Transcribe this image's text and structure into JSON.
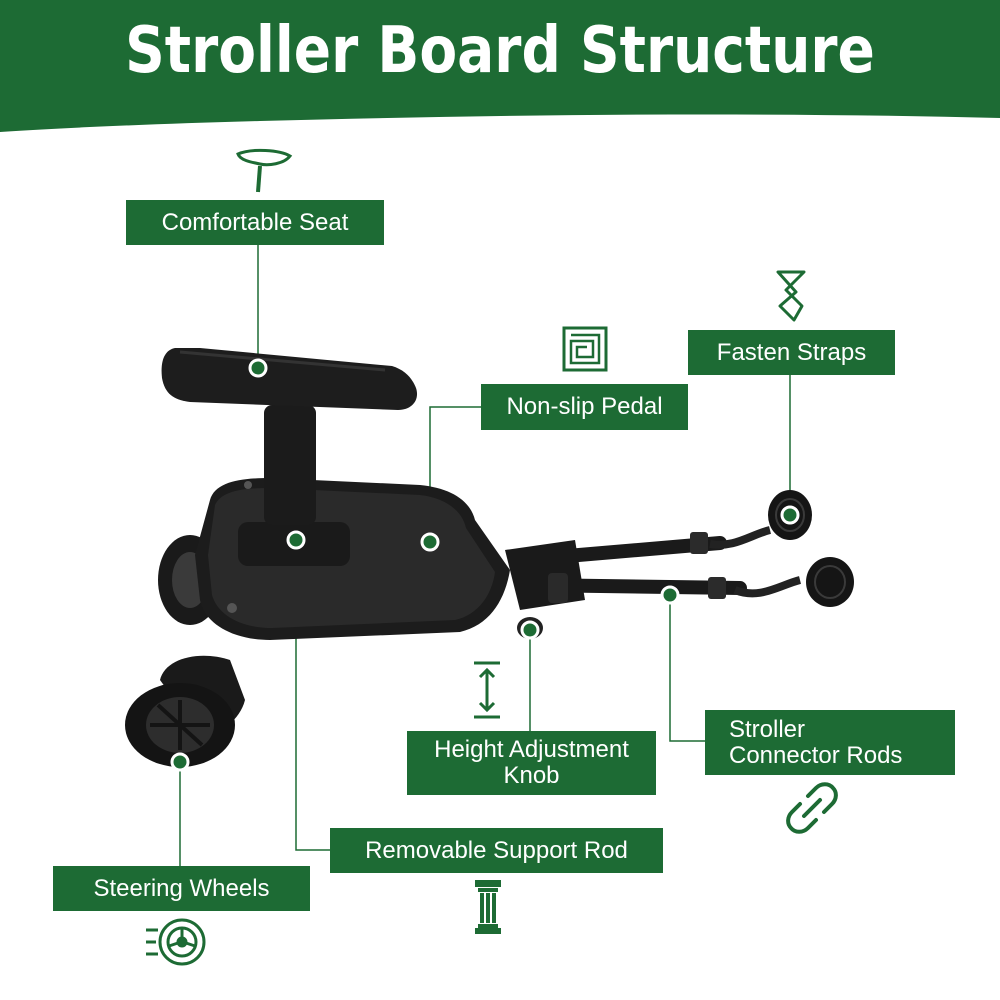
{
  "header": {
    "title": "Stroller Board Structure",
    "color": "#1d6b34"
  },
  "colors": {
    "accent": "#1d6b34",
    "product": "#1e1e1e"
  },
  "labels": {
    "comfortable_seat": "Comfortable Seat",
    "non_slip_pedal": "Non-slip Pedal",
    "fasten_straps": "Fasten Straps",
    "height_adjustment_knob": [
      "Height Adjustment",
      "Knob"
    ],
    "stroller_connector_rods": [
      "Stroller",
      "Connector Rods"
    ],
    "removable_support_rod": "Removable Support Rod",
    "steering_wheels": "Steering Wheels"
  },
  "icons": {
    "seat": "seat-icon",
    "pedal": "maze-texture-icon",
    "straps": "strap-icon",
    "height": "height-arrow-icon",
    "connector": "chain-link-icon",
    "support_rod": "pillar-icon",
    "wheel": "wheel-icon"
  }
}
